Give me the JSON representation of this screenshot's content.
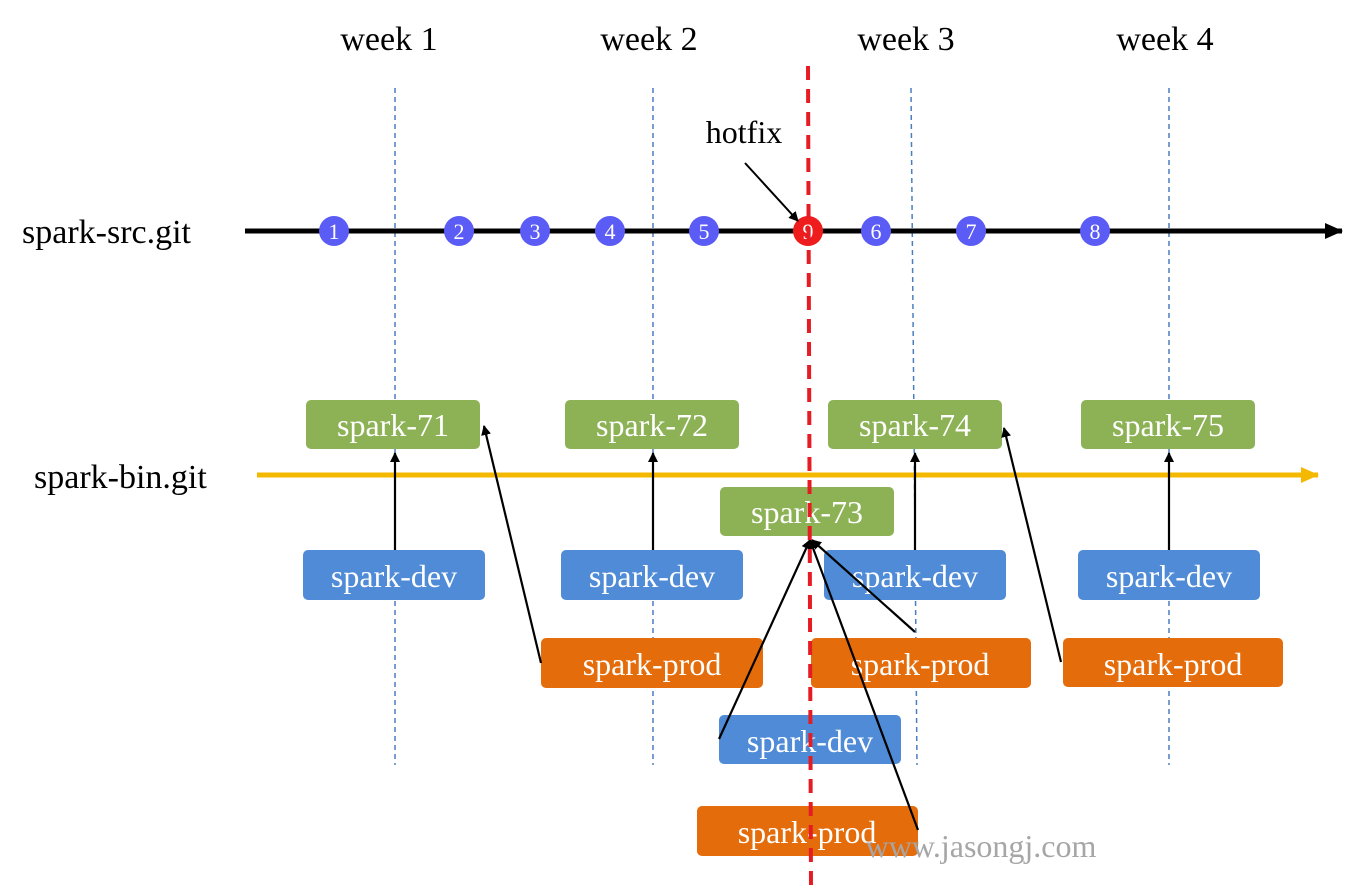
{
  "colors": {
    "commit": "#5b5bf5",
    "hotfix_commit": "#ee1c1c",
    "release_box": "#8db255",
    "dev_box": "#4f8bd6",
    "prod_box": "#e46c0a",
    "bin_line": "#f5b800",
    "hotfix_line": "#e51c23",
    "week_line": "#4a7fbf"
  },
  "weeks": [
    "week 1",
    "week 2",
    "week 3",
    "week 4"
  ],
  "rows": {
    "src": "spark-src.git",
    "bin": "spark-bin.git"
  },
  "hotfix": {
    "label": "hotfix"
  },
  "commits": [
    {
      "label": "1",
      "kind": "normal"
    },
    {
      "label": "2",
      "kind": "normal"
    },
    {
      "label": "3",
      "kind": "normal"
    },
    {
      "label": "4",
      "kind": "normal"
    },
    {
      "label": "5",
      "kind": "normal"
    },
    {
      "label": "9",
      "kind": "hotfix"
    },
    {
      "label": "6",
      "kind": "normal"
    },
    {
      "label": "7",
      "kind": "normal"
    },
    {
      "label": "8",
      "kind": "normal"
    }
  ],
  "releases": [
    "spark-71",
    "spark-72",
    "spark-73",
    "spark-74",
    "spark-75"
  ],
  "dev_boxes": [
    "spark-dev",
    "spark-dev",
    "spark-dev",
    "spark-dev",
    "spark-dev"
  ],
  "prod_boxes": [
    "spark-prod",
    "spark-prod",
    "spark-prod",
    "spark-prod"
  ],
  "watermark": "www.jasongj.com"
}
